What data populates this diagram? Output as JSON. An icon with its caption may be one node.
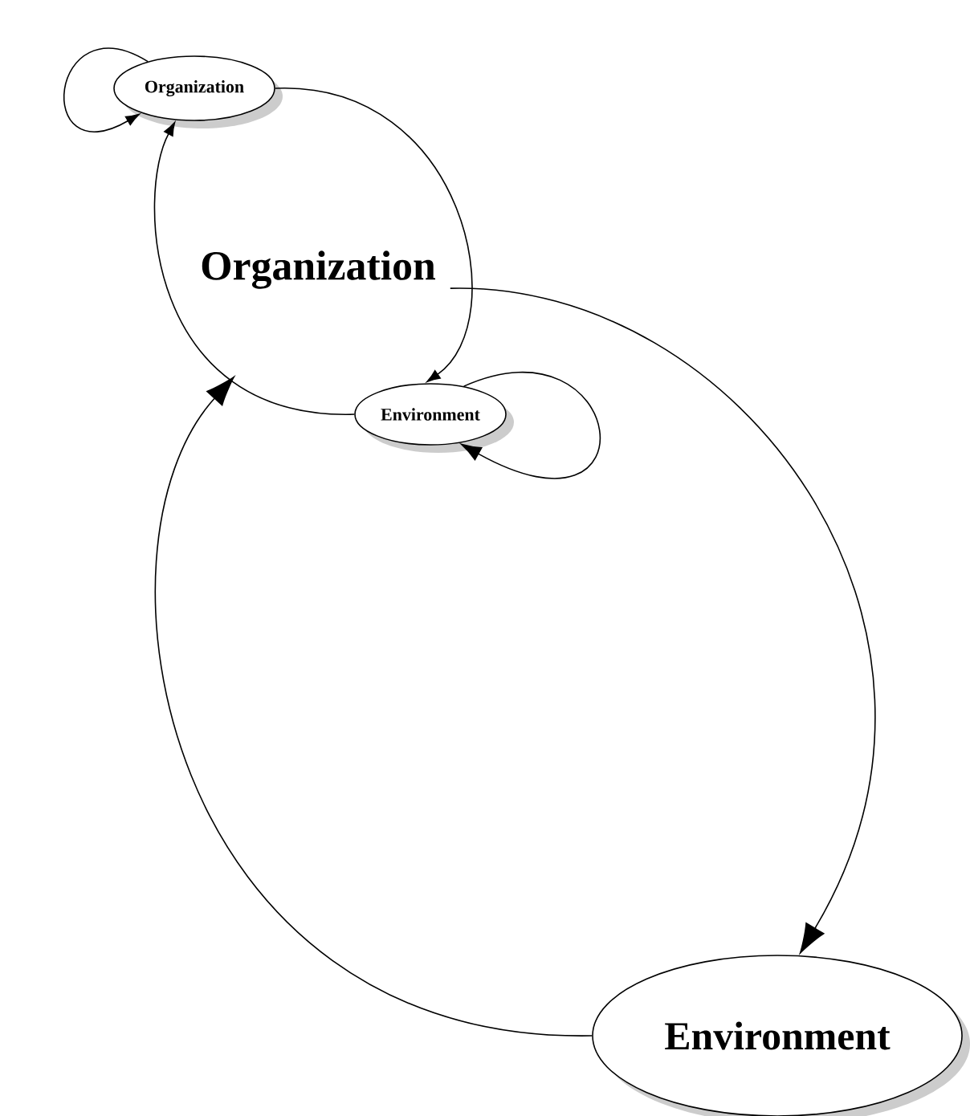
{
  "diagram": {
    "nodes": [
      {
        "text": [
          "Organization"
        ]
      },
      {
        "text": [
          "Organization"
        ]
      },
      {
        "text": [
          "Environment"
        ]
      },
      {
        "text": [
          "Environment"
        ]
      }
    ],
    "edges": [
      {
        "from": 0,
        "to": 0,
        "arrow": "to"
      },
      {
        "from": 0,
        "to": 2,
        "arrow": "to"
      },
      {
        "from": 2,
        "to": 0,
        "arrow": "to"
      },
      {
        "from": 2,
        "to": 2,
        "arrow": "to"
      },
      {
        "from": 1,
        "to": 3,
        "arrow": "to"
      },
      {
        "from": 3,
        "to": 1,
        "arrow": "to"
      }
    ]
  }
}
